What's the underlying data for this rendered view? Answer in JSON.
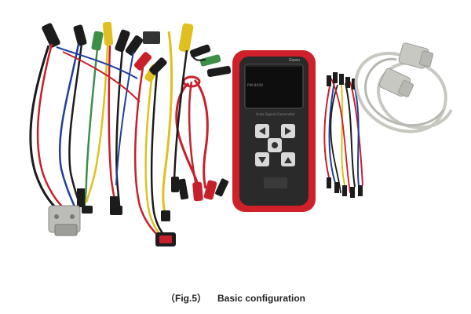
{
  "caption": {
    "figure_label": "（Fig.5）",
    "title": "Basic configuration"
  },
  "device": {
    "brand_text": "Gwen",
    "model_text": "PW-8000",
    "product_text": "Auto Signal Generator"
  },
  "colors": {
    "device_body": "#2a2a2a",
    "device_trim": "#d0202a",
    "screen": "#0e0e0e",
    "button_face": "#d9d9d9",
    "cable_gray": "#c8c8c2",
    "wire_red": "#c8202a",
    "wire_blue": "#1f3f9a",
    "wire_yellow": "#e0c020",
    "clip_green": "#3d8f48",
    "clip_black": "#1c1c1c"
  },
  "icons": [
    "arrow-left-icon",
    "arrow-right-icon",
    "arrow-up-icon",
    "arrow-down-icon",
    "circle-button-icon"
  ]
}
